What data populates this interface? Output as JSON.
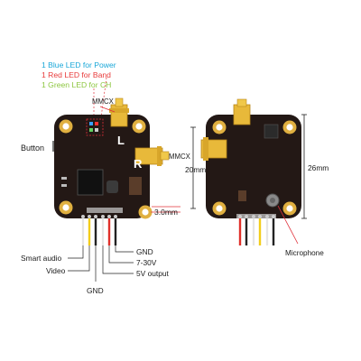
{
  "colors": {
    "background": "#ffffff",
    "pcb": "#231815",
    "gold_pad": "#e0b040",
    "connector_gold": "#e8b93a",
    "annotation_line": "#e0303a",
    "label_text": "#1a1a1a",
    "led_blue_text": "#19a7d8",
    "led_red_text": "#e83a3a",
    "led_green_text": "#8cc63f",
    "wire_white": "#f2f2f2",
    "wire_yellow": "#f3cd1a",
    "wire_black": "#222222",
    "wire_red": "#e0302a"
  },
  "led_notes": {
    "blue": "1 Blue LED for Power",
    "red": "1 Red LED for Band",
    "green": "1 Green LED for CH"
  },
  "front": {
    "connector_top": "MMCX",
    "connector_right": "MMCX",
    "button": "Button",
    "hole_size": "3.0mm",
    "silk_l": "L",
    "silk_r": "R",
    "wires": {
      "smart_audio": "Smart audio",
      "video": "Video",
      "gnd_bottom": "GND",
      "gnd_right": "GND",
      "voltage_in": "7-30V",
      "output_5v": "5V output"
    }
  },
  "back": {
    "height_inner": "20mm",
    "height_outer": "26mm",
    "microphone": "Microphone"
  }
}
